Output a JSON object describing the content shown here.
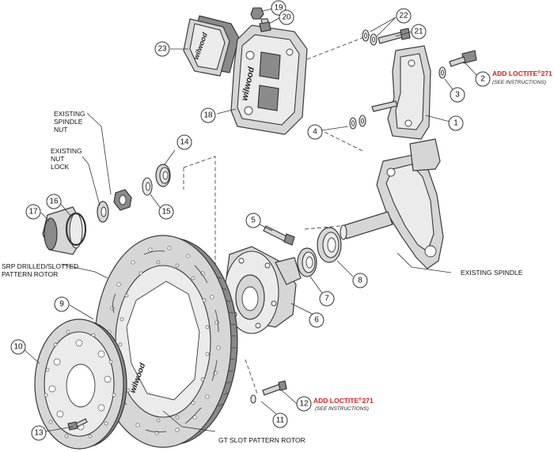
{
  "callouts": [
    "1",
    "2",
    "3",
    "4",
    "5",
    "6",
    "7",
    "8",
    "9",
    "10",
    "11",
    "12",
    "13",
    "14",
    "15",
    "16",
    "17",
    "18",
    "19",
    "20",
    "21",
    "22",
    "23"
  ],
  "labels": {
    "spindle_nut": [
      "EXISTING",
      "SPINDLE",
      "NUT"
    ],
    "nut_lock": [
      "EXISTING",
      "NUT",
      "LOCK"
    ],
    "existing_spindle": "EXISTING SPINDLE",
    "rotor": [
      "SRP DRILLED/SLOTTED",
      "PATTERN ROTOR"
    ],
    "gt_slot": "GT SLOT PATTERN ROTOR",
    "loctite": "ADD LOCTITE",
    "loctite_reg": "®",
    "loctite_num": "271",
    "see_instructions": "(SEE INSTRUCTIONS)"
  },
  "brand": "wilwood",
  "colors": {
    "accent_red": "#d3201f",
    "line": "#333333",
    "part_fill": "#d6d6d6"
  }
}
